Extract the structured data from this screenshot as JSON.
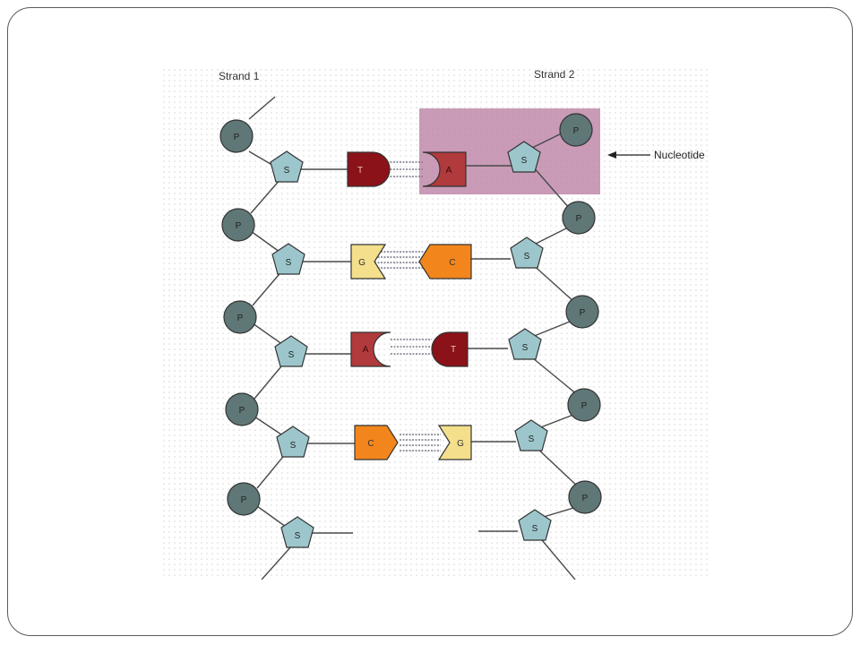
{
  "diagram": {
    "strand1_label": "Strand 1",
    "strand2_label": "Strand 2",
    "nucleotide_callout": "Nucleotide",
    "phosphate_letter": "P",
    "sugar_letter": "S",
    "base_pairs": [
      {
        "left": "T",
        "right": "A"
      },
      {
        "left": "G",
        "right": "C"
      },
      {
        "left": "A",
        "right": "T"
      },
      {
        "left": "C",
        "right": "G"
      }
    ],
    "colors": {
      "phosphate": "#5f7777",
      "sugar": "#9cc6cc",
      "thymine": "#8b1218",
      "adenine": "#b03a3c",
      "guanine": "#f4df8c",
      "cytosine": "#f2861c",
      "nucleotide_highlight": "#c08aaa",
      "dot_grid": "#d4d4d4",
      "frame": "#5a5a5a"
    }
  }
}
